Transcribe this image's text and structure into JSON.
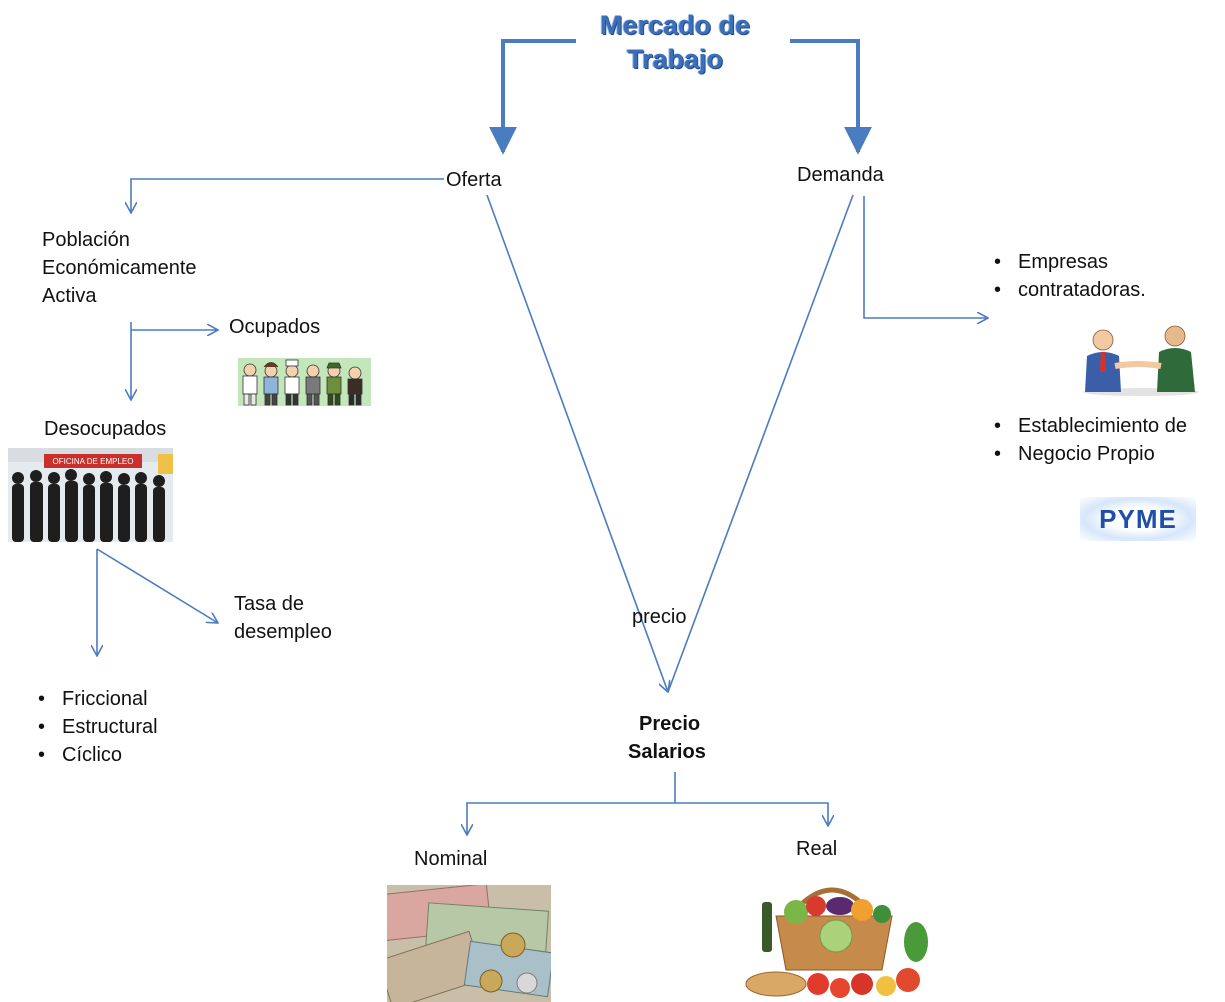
{
  "title": "Mercado de Trabajo",
  "oferta": "Oferta",
  "demanda": "Demanda",
  "pea": [
    "Población",
    "Económicamente",
    "Activa"
  ],
  "ocupados": "Ocupados",
  "desocupados": "Desocupados",
  "tasa": [
    "Tasa  de",
    "desempleo"
  ],
  "tipos_desempleo": [
    "Friccional",
    "Estructural",
    "Cíclico"
  ],
  "precio": "precio",
  "precio_salarios": [
    "Precio",
    "Salarios"
  ],
  "nominal": "Nominal",
  "real": "Real",
  "demanda_items": [
    [
      "Empresas",
      "contratadoras."
    ],
    [
      "Establecimiento de",
      "Negocio Propio"
    ]
  ],
  "pyme_logo": "PYME",
  "sign_text": "OFICINA DE EMPLEO",
  "colors": {
    "title": "#3d6fb8",
    "arrow": "#4a7cc0",
    "text": "#111111"
  }
}
